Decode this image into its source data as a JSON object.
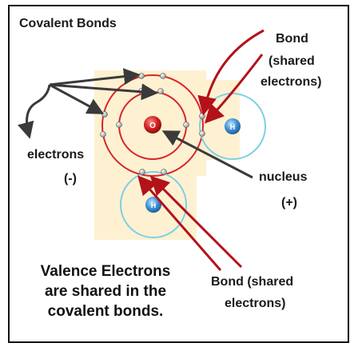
{
  "title": "Covalent Bonds",
  "labels": {
    "bond_top_line1": "Bond",
    "bond_top_line2": "(shared",
    "bond_top_line3": "electrons)",
    "electrons_line1": "electrons",
    "electrons_line2": "(-)",
    "nucleus_line1": "nucleus",
    "nucleus_line2": "(+)",
    "bond_bottom_line1": "Bond (shared",
    "bond_bottom_line2": "electrons)"
  },
  "note": {
    "line1": "Valence Electrons",
    "line2": "are shared in the",
    "line3": "covalent bonds."
  },
  "atoms": {
    "oxygen_symbol": "O",
    "hydrogen_right_symbol": "H",
    "hydrogen_bottom_symbol": "H"
  },
  "colors": {
    "background_panel": "#fdf1d2",
    "oxygen_shell": "#d9252b",
    "hydrogen_shell": "#7fcfe6",
    "oxygen_nucleus": "#d11f1f",
    "hydrogen_nucleus": "#3c8fd6",
    "arrow_red": "#b3121b",
    "arrow_dark": "#444444"
  }
}
